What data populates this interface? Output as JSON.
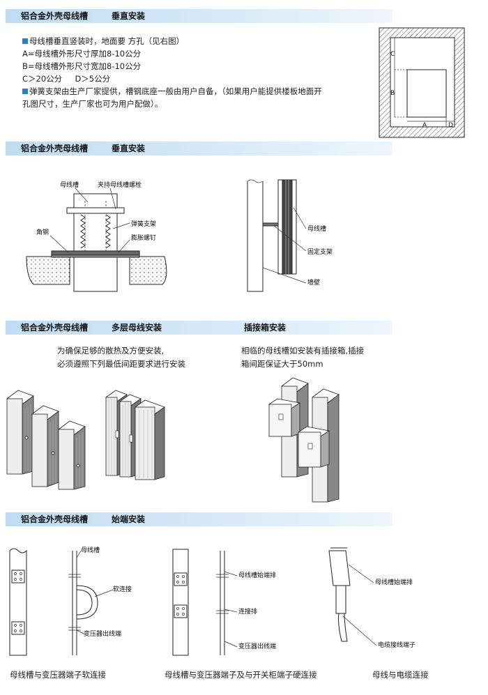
{
  "sections": [
    {
      "title": "铝合金外壳母线槽",
      "subtitle": "垂直安装"
    },
    {
      "title": "铝合金外壳母线槽",
      "subtitle": "垂直安装"
    },
    {
      "title": "铝合金外壳母线槽",
      "subtitle": "多层母线安装",
      "extra": "插接箱安装"
    },
    {
      "title": "铝合金外壳母线槽",
      "subtitle": "始端安装"
    }
  ],
  "intro": {
    "line1": "母线槽垂直竖装时，地面要 方孔（见右图）",
    "line2": "A=母线槽外形尺寸厚加8-10公分",
    "line3": "B=母线槽外形尺寸宽加8-10公分",
    "line4": "C＞20公分     D＞5公分",
    "line5": "弹簧支架由生产厂家提供，槽钢底座一般由用户自备，（如果用户能提供楼板地面开",
    "line6": "孔图尺寸，生产厂家也可为用户配做）。"
  },
  "floor_hole": {
    "label_a": "A",
    "label_b": "B",
    "label_c": "C",
    "label_d": "D"
  },
  "vertical": {
    "busway": "母线槽",
    "clamp_bolt": "夹持母线槽螺栓",
    "angle_steel": "角钢",
    "spring_bracket": "弹簧支架",
    "expansion_bolt": "膨胀螺钉",
    "side_busway": "母线槽",
    "fixed_bracket": "固定支架",
    "wall": "墙壁"
  },
  "multilayer": {
    "note1": "为确保足够的散热及方便安装,",
    "note2": "必须遵照下列最低间距要求进行安装",
    "plug_note1": "相临的母线槽如安装有插接箱,插接",
    "plug_note2": "箱间距保证大于50mm"
  },
  "start": {
    "d1_busway": "母线槽",
    "d1_soft": "软连接",
    "d1_transformer": "变压器出线端",
    "d1_caption": "母线槽与变压器端子软连接",
    "d2_start_bar": "母线槽始端排",
    "d2_connect": "连接排",
    "d2_transformer": "变压器出线端",
    "d2_caption": "母线槽与变压器端子及与开关柜端子硬连接",
    "d3_start_bar": "母线槽始端排",
    "d3_cable_terminal": "电缆接线端子",
    "d3_caption": "母线与电缆连接"
  }
}
